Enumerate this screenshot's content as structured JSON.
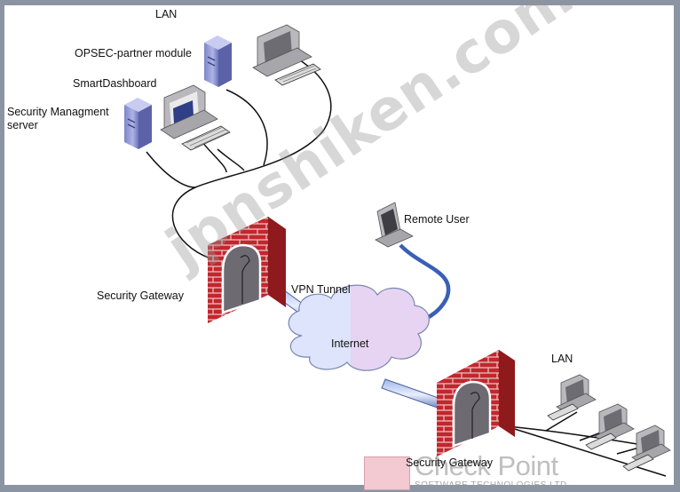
{
  "labels": {
    "lan_top": "LAN",
    "opsec": "OPSEC-partner module",
    "smartdashboard": "SmartDashboard",
    "security_management": "Security Managment server",
    "remote_user": "Remote User",
    "security_gateway_left": "Security Gateway",
    "vpn_tunnel": "VPN Tunnel",
    "internet": "Internet",
    "lan_bottom": "LAN",
    "security_gateway_right": "Security Gateway"
  },
  "watermark": "jpnshiken.com",
  "logo": {
    "name": "Check Point",
    "subtitle": "SOFTWARE TECHNOLOGIES LTD."
  },
  "colors": {
    "brick": "#c1272d",
    "mortar": "#e8c4c4",
    "vpn_tunnel": "#3a5fb8",
    "cloud_left": "#dde4fb",
    "cloud_right": "#e6d4f2",
    "cable": "#111111"
  }
}
